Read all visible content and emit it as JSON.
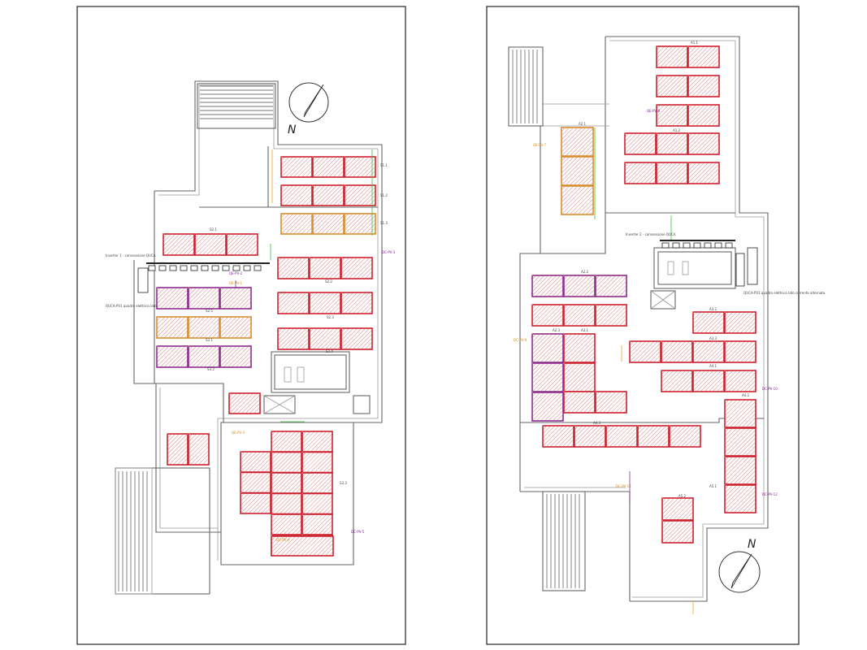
{
  "drawing": {
    "north_label": "N",
    "colors": {
      "panel_border": "#cc1f2c",
      "panel_alt_border": "#d98a2b",
      "string_purple": "#8c2a8a",
      "cable_green": "#3bbf3b",
      "cable_orange": "#f0a020",
      "linework": "#666666"
    },
    "icons": [
      "north-arrow-icon",
      "stair-hatch",
      "pv-panel-hatch",
      "inverter-icon"
    ]
  },
  "left_plan": {
    "string_labels": [
      "S1.1",
      "S1.2",
      "S1.3",
      "S2.1",
      "S2.2",
      "S2.3",
      "S2.4",
      "S2.5",
      "S3.1",
      "S3.2",
      "S3.3"
    ],
    "cable_labels": [
      "QE-PV-1",
      "QE-PV-2",
      "QE-PV-3",
      "DC-PV-3",
      "DC-PV-4",
      "DC-PV-5"
    ],
    "inverter_note": "Inverter 1 - connessione QUCA",
    "meter_note": "QUCA-PV1 quadro elettrico lato corrente alternata"
  },
  "right_plan": {
    "string_labels": [
      "A1.1",
      "A1.2",
      "A2.1",
      "A2.2",
      "A2.3",
      "A3.1",
      "A3.2",
      "A3.3",
      "A4.1",
      "A4.2",
      "A4.3",
      "A5.1",
      "A5.2"
    ],
    "cable_labels": [
      "QE-PV-7",
      "QE-PV-8",
      "DC-PV-9",
      "DC-PV-10",
      "DC-PV-11",
      "DC-PV-12"
    ],
    "inverter_note": "Inverter 2 - connessione QUCA",
    "meter_note": "QUCA-PV2 quadro elettrico lato corrente alternata"
  }
}
